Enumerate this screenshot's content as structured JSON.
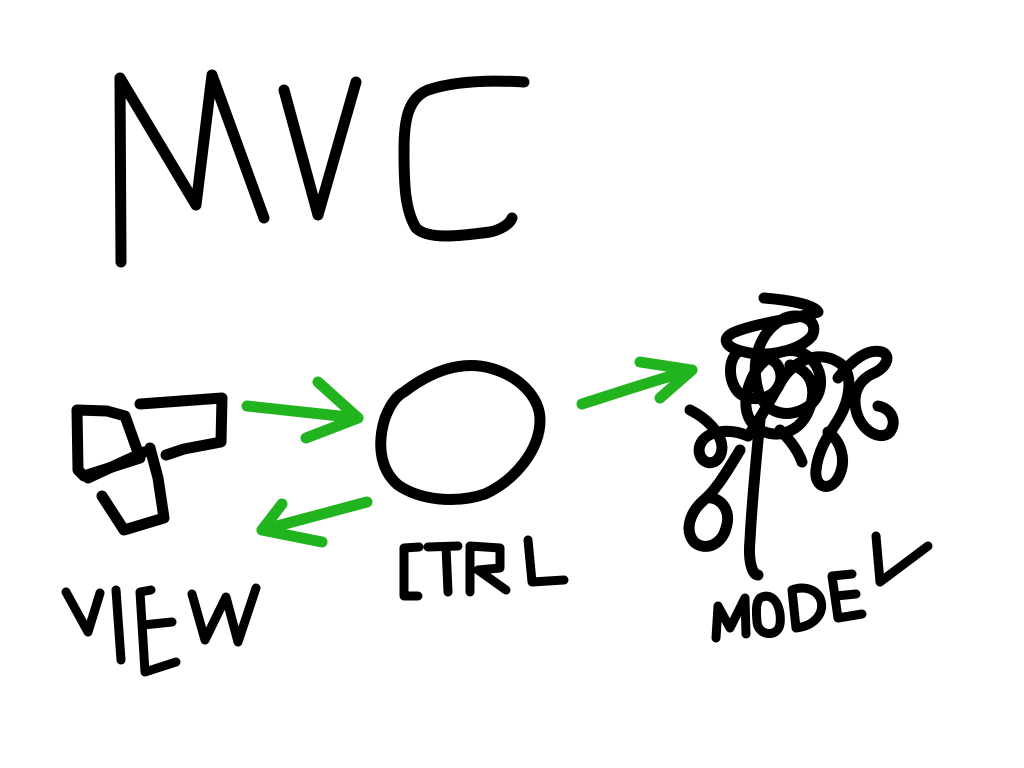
{
  "title": "MVC",
  "components": {
    "view": {
      "label": "VIEW"
    },
    "controller": {
      "label": "CTRL"
    },
    "model": {
      "label": "MODEL"
    }
  },
  "colors": {
    "ink": "#000000",
    "arrow": "#22b41e",
    "background": "#ffffff"
  }
}
